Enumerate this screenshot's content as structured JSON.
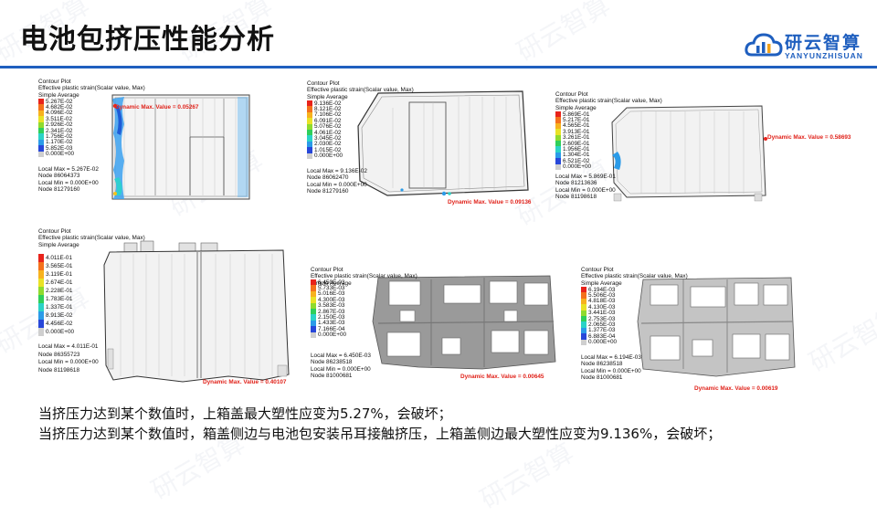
{
  "slide": {
    "title": "电池包挤压性能分析",
    "logo": {
      "name": "研云智算",
      "sub": "YANYUNZHISUAN"
    },
    "watermark": "研云智算"
  },
  "plots": [
    {
      "header": [
        "Contour Plot",
        "Effective plastic strain(Scalar value, Max)",
        "Simple Average"
      ],
      "legend": [
        "5.267E-02",
        "4.682E-02",
        "4.096E-02",
        "3.511E-02",
        "2.926E-02",
        "2.341E-02",
        "1.756E-02",
        "1.170E-02",
        "5.852E-03",
        "0.000E+00"
      ],
      "info": [
        "Local Max = 5.267E-02",
        "Node 86064373",
        "Local Min = 0.000E+00",
        "Node 81279160"
      ],
      "dynamic": "Dynamic Max. Value = 0.05267"
    },
    {
      "header": [
        "Contour Plot",
        "Effective plastic strain(Scalar value, Max)",
        "Simple Average"
      ],
      "legend": [
        "9.136E-02",
        "8.121E-02",
        "7.106E-02",
        "6.091E-02",
        "5.076E-02",
        "4.061E-02",
        "3.045E-02",
        "2.030E-02",
        "1.015E-02",
        "0.000E+00"
      ],
      "info": [
        "Local Max = 9.136E-02",
        "Node 86062470",
        "Local Min = 0.000E+00",
        "Node 81279160"
      ],
      "dynamic": "Dynamic Max. Value = 0.09136"
    },
    {
      "header": [
        "Contour Plot",
        "Effective plastic strain(Scalar value, Max)",
        "Simple Average"
      ],
      "legend": [
        "5.869E-01",
        "5.217E-01",
        "4.565E-01",
        "3.913E-01",
        "3.261E-01",
        "2.609E-01",
        "1.956E-01",
        "1.304E-01",
        "6.521E-02",
        "0.000E+00"
      ],
      "info": [
        "Local Max = 5.869E-01",
        "Node 81213636",
        "Local Min = 0.000E+00",
        "Node 81198618"
      ],
      "dynamic": "Dynamic Max. Value = 0.58693"
    },
    {
      "header": [
        "Contour Plot",
        "Effective plastic strain(Scalar value, Max)",
        "Simple Average"
      ],
      "legend": [
        "4.011E-01",
        "3.565E-01",
        "3.119E-01",
        "2.674E-01",
        "2.228E-01",
        "1.783E-01",
        "1.337E-01",
        "8.913E-02",
        "4.456E-02",
        "0.000E+00"
      ],
      "info": [
        "Local Max = 4.011E-01",
        "Node 86355723",
        "Local Min = 0.000E+00",
        "Node 81198618"
      ],
      "dynamic": "Dynamic Max. Value = 0.40107"
    },
    {
      "header": [
        "Contour Plot",
        "Effective plastic strain(Scalar value, Max)",
        "Simple Average"
      ],
      "legend": [
        "6.450E-03",
        "5.733E-03",
        "5.016E-03",
        "4.300E-03",
        "3.583E-03",
        "2.867E-03",
        "2.150E-03",
        "1.433E-03",
        "7.166E-04",
        "0.000E+00"
      ],
      "info": [
        "Local Max = 6.450E-03",
        "Node 86238518",
        "Local Min = 0.000E+00",
        "Node 81000681"
      ],
      "dynamic": "Dynamic Max. Value = 0.00645"
    },
    {
      "header": [
        "Contour Plot",
        "Effective plastic strain(Scalar value, Max)",
        "Simple Average"
      ],
      "legend": [
        "6.194E-03",
        "5.506E-03",
        "4.818E-03",
        "4.130E-03",
        "3.441E-03",
        "2.753E-03",
        "2.065E-03",
        "1.377E-03",
        "6.883E-04",
        "0.000E+00"
      ],
      "info": [
        "Local Max = 6.194E-03",
        "Node 86238518",
        "Local Min = 0.000E+00",
        "Node 81000681"
      ],
      "dynamic": "Dynamic Max. Value = 0.00619"
    }
  ],
  "captions": [
    "当挤压力达到某个数值时，上箱盖最大塑性应变为5.27%，会破坏；",
    "当挤压力达到某个数值时，箱盖侧边与电池包安装吊耳接触挤压，上箱盖侧边最大塑性应变为9.136%，会破坏；"
  ]
}
